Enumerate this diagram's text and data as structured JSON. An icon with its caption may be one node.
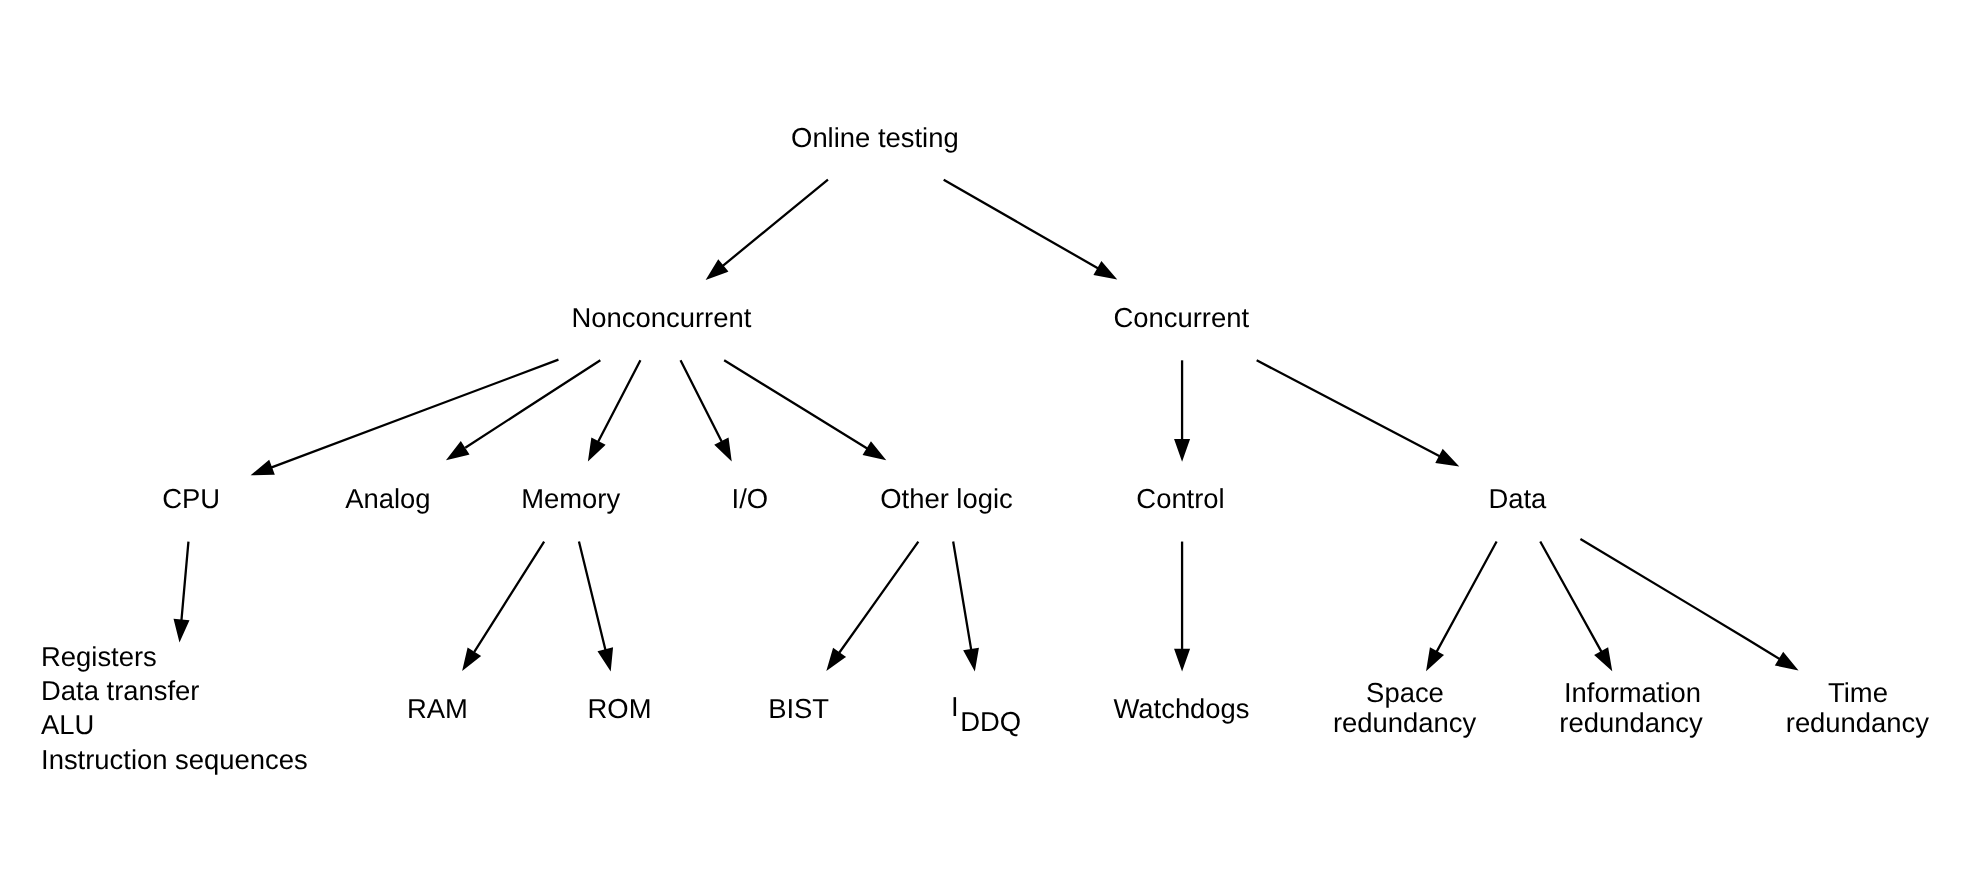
{
  "diagram": {
    "nodes": [
      {
        "text": [
          "Online testing"
        ]
      },
      {
        "text": [
          "Nonconcurrent"
        ]
      },
      {
        "text": [
          "Concurrent"
        ]
      },
      {
        "text": [
          "CPU"
        ]
      },
      {
        "text": [
          "Analog"
        ]
      },
      {
        "text": [
          "Memory"
        ]
      },
      {
        "text": [
          "I/O"
        ]
      },
      {
        "text": [
          "Other logic"
        ]
      },
      {
        "text": [
          "Control"
        ]
      },
      {
        "text": [
          "Data"
        ]
      },
      {
        "text": [
          "Registers",
          "Data transfer",
          "ALU",
          "Instruction sequences"
        ]
      },
      {
        "text": [
          "RAM"
        ]
      },
      {
        "text": [
          "ROM"
        ]
      },
      {
        "text": [
          "BIST"
        ]
      },
      {
        "text": [
          "I$_{DDQ}$"
        ]
      },
      {
        "text": [
          "Watchdogs"
        ]
      },
      {
        "text": [
          "Space redundancy"
        ]
      },
      {
        "text": [
          "Information redundancy"
        ]
      },
      {
        "text": [
          "Time redundancy"
        ]
      }
    ],
    "edges": [
      {
        "from": 0,
        "to": 1,
        "arrow": "to"
      },
      {
        "from": 0,
        "to": 2,
        "arrow": "to"
      },
      {
        "from": 1,
        "to": 3,
        "arrow": "to"
      },
      {
        "from": 1,
        "to": 4,
        "arrow": "to"
      },
      {
        "from": 1,
        "to": 5,
        "arrow": "to"
      },
      {
        "from": 1,
        "to": 6,
        "arrow": "to"
      },
      {
        "from": 1,
        "to": 7,
        "arrow": "to"
      },
      {
        "from": 2,
        "to": 8,
        "arrow": "to"
      },
      {
        "from": 2,
        "to": 9,
        "arrow": "to"
      },
      {
        "from": 3,
        "to": 10,
        "arrow": "to"
      },
      {
        "from": 5,
        "to": 11,
        "arrow": "to"
      },
      {
        "from": 5,
        "to": 12,
        "arrow": "to"
      },
      {
        "from": 7,
        "to": 13,
        "arrow": "to"
      },
      {
        "from": 7,
        "to": 14,
        "arrow": "to"
      },
      {
        "from": 8,
        "to": 15,
        "arrow": "to"
      },
      {
        "from": 9,
        "to": 16,
        "arrow": "to"
      },
      {
        "from": 9,
        "to": 17,
        "arrow": "to"
      },
      {
        "from": 9,
        "to": 18,
        "arrow": "to"
      }
    ]
  }
}
